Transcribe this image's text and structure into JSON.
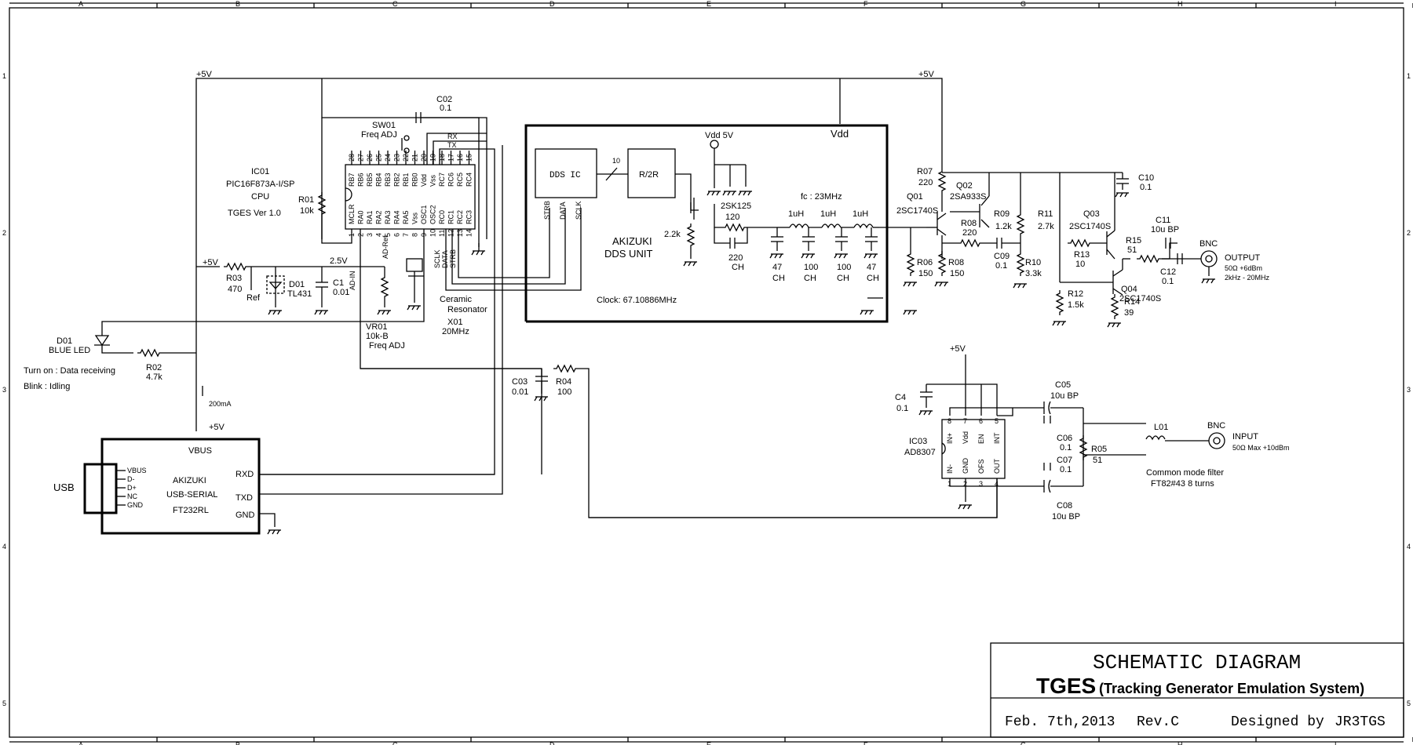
{
  "grid": {
    "columns": [
      "A",
      "B",
      "C",
      "D",
      "E",
      "F",
      "G",
      "H",
      "I"
    ],
    "rows": [
      "1",
      "2",
      "3",
      "4",
      "5"
    ]
  },
  "power": {
    "vcc": "+5V",
    "ref_voltage": "2.5V",
    "vdd": "Vdd",
    "vdd5": "Vdd 5V",
    "current": "200mA"
  },
  "mcu": {
    "ref": "IC01",
    "part": "PIC16F873A-I/SP",
    "role": "CPU",
    "fw": "TGES Ver 1.0",
    "top_pins": [
      "RB7",
      "RB6",
      "RB5",
      "RB4",
      "RB3",
      "RB2",
      "RB1",
      "RB0",
      "Vdd",
      "Vss",
      "RC7",
      "RC6",
      "RC5",
      "RC4"
    ],
    "top_nums": [
      "28",
      "27",
      "26",
      "25",
      "24",
      "23",
      "22",
      "21",
      "20",
      "19",
      "18",
      "17",
      "16",
      "15"
    ],
    "bottom_pins": [
      "MCLR",
      "RA0",
      "RA1",
      "RA2",
      "RA3",
      "RA4",
      "RA5",
      "Vss",
      "OSC1",
      "OSC2",
      "RC0",
      "RC1",
      "RC2",
      "RC3"
    ],
    "bottom_nums": [
      "1",
      "2",
      "3",
      "4",
      "5",
      "6",
      "7",
      "8",
      "9",
      "10",
      "11",
      "12",
      "13",
      "14"
    ]
  },
  "parts": {
    "c02": [
      "C02",
      "0.1"
    ],
    "sw01": [
      "SW01",
      "Freq ADJ"
    ],
    "r01": [
      "R01",
      "10k"
    ],
    "rx": "RX",
    "tx": "TX",
    "r03": [
      "R03",
      "470"
    ],
    "ref": "Ref",
    "d01z": [
      "D01",
      "TL431"
    ],
    "c1": [
      "C1",
      "0.01"
    ],
    "adin": "AD-IN",
    "adref": "AD-Ref",
    "vr01": [
      "VR01",
      "10k-B",
      "Freq ADJ"
    ],
    "x01": [
      "Ceramic",
      "Resonator",
      "X01",
      "20MHz"
    ],
    "sclk": "SCLK",
    "data": "DATA",
    "strb": "STRB",
    "led": [
      "D01",
      "BLUE LED"
    ],
    "r02": [
      "R02",
      "4.7k"
    ],
    "led_note": [
      "Turn on : Data receiving",
      "Blink      : Idling"
    ],
    "c03": [
      "C03",
      "0.01"
    ],
    "r04": [
      "R04",
      "100"
    ]
  },
  "dds": {
    "title": [
      "AKIZUKI",
      "DDS UNIT"
    ],
    "clock": "Clock: 67.10886MHz",
    "ic": "DDS IC",
    "bus": "10",
    "rr": "R/2R",
    "pins": [
      "STRB",
      "DATA",
      "SCLK"
    ],
    "fet": "2SK125",
    "r_gate": "2.2k",
    "r_src": "120",
    "c_src": [
      "220",
      "CH"
    ],
    "fc": "fc : 23MHz",
    "caps": [
      [
        "47",
        "CH"
      ],
      [
        "100",
        "CH"
      ],
      [
        "100",
        "CH"
      ],
      [
        "47",
        "CH"
      ]
    ],
    "inductors": [
      "1uH",
      "1uH",
      "1uH"
    ]
  },
  "amp": {
    "r07": [
      "R07",
      "220"
    ],
    "q02": [
      "Q02",
      "2SA933S"
    ],
    "q01": [
      "Q01",
      "2SC1740S"
    ],
    "r09": [
      "R09",
      "1.2k"
    ],
    "r08a": [
      "R08",
      "220"
    ],
    "c09": [
      "C09",
      "0.1"
    ],
    "r06": [
      "R06",
      "150"
    ],
    "r08b": [
      "R08",
      "150"
    ],
    "r10": [
      "R10",
      "3.3k"
    ],
    "r11": [
      "R11",
      "2.7k"
    ],
    "q03": [
      "Q03",
      "2SC1740S"
    ],
    "r13": [
      "R13",
      "10"
    ],
    "r12": [
      "R12",
      "1.5k"
    ],
    "q04": [
      "Q04",
      "2SC1740S"
    ],
    "r14": [
      "R14",
      "39"
    ],
    "r15": [
      "R15",
      "51"
    ],
    "c10": [
      "C10",
      "0.1"
    ],
    "c11": [
      "C11",
      "10u BP"
    ],
    "c12": [
      "C12",
      "0.1"
    ],
    "bnc": "BNC",
    "out": [
      "OUTPUT",
      "50Ω +6dBm",
      "2kHz - 20MHz"
    ]
  },
  "det": {
    "ic": [
      "IC03",
      "AD8307"
    ],
    "c4": [
      "C4",
      "0.1"
    ],
    "top_pins": [
      "IN+",
      "Vdd",
      "EN",
      "INT"
    ],
    "top_nums": [
      "8",
      "7",
      "6",
      "5"
    ],
    "bot_pins": [
      "IN-",
      "GND",
      "OFS",
      "OUT"
    ],
    "bot_nums": [
      "1",
      "2",
      "3",
      "4"
    ],
    "c05": [
      "C05",
      "10u BP"
    ],
    "c06": [
      "C06",
      "0.1"
    ],
    "c07": [
      "C07",
      "0.1"
    ],
    "c08": [
      "C08",
      "10u BP"
    ],
    "r05": [
      "R05",
      "51"
    ],
    "l01": "L01",
    "bnc": "BNC",
    "in": [
      "INPUT",
      "50Ω Max +10dBm"
    ],
    "cmf": [
      "Common mode filter",
      "FT82#43 8 turns"
    ]
  },
  "usb": {
    "label": "USB",
    "pins": [
      "VBUS",
      "D-",
      "D+",
      "NC",
      "GND"
    ],
    "name": [
      "AKIZUKI",
      "USB-SERIAL",
      "FT232RL"
    ],
    "vbus": "VBUS",
    "rxd": "RXD",
    "txd": "TXD",
    "gnd": "GND"
  },
  "titleblock": {
    "title": "SCHEMATIC DIAGRAM",
    "name": "TGES",
    "subtitle": "(Tracking Generator Emulation System)",
    "date": "Feb. 7th,2013",
    "rev": "Rev.C",
    "designed": "Designed by",
    "author": "JR3TGS"
  }
}
